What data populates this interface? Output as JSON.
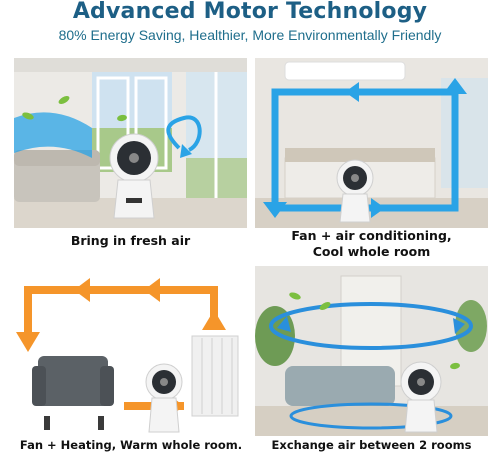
{
  "header": {
    "title": "Advanced Motor Technology",
    "subtitle": "80% Energy Saving, Healthier, More Environmentally Friendly"
  },
  "panels": [
    {
      "caption": [
        "Bring in fresh air"
      ]
    },
    {
      "caption": [
        "Fan + air conditioning,",
        "Cool  whole room"
      ]
    },
    {
      "caption": [
        "Fan + Heating,  Warm whole room."
      ]
    },
    {
      "caption": [
        "Exchange air between 2 rooms"
      ]
    }
  ],
  "colors": {
    "title": "#1d5f85",
    "cool_arrow": "#2aa3e6",
    "warm_arrow": "#f5952a",
    "fan_body": "#f4f4f4",
    "fan_grill": "#2b2f34"
  }
}
